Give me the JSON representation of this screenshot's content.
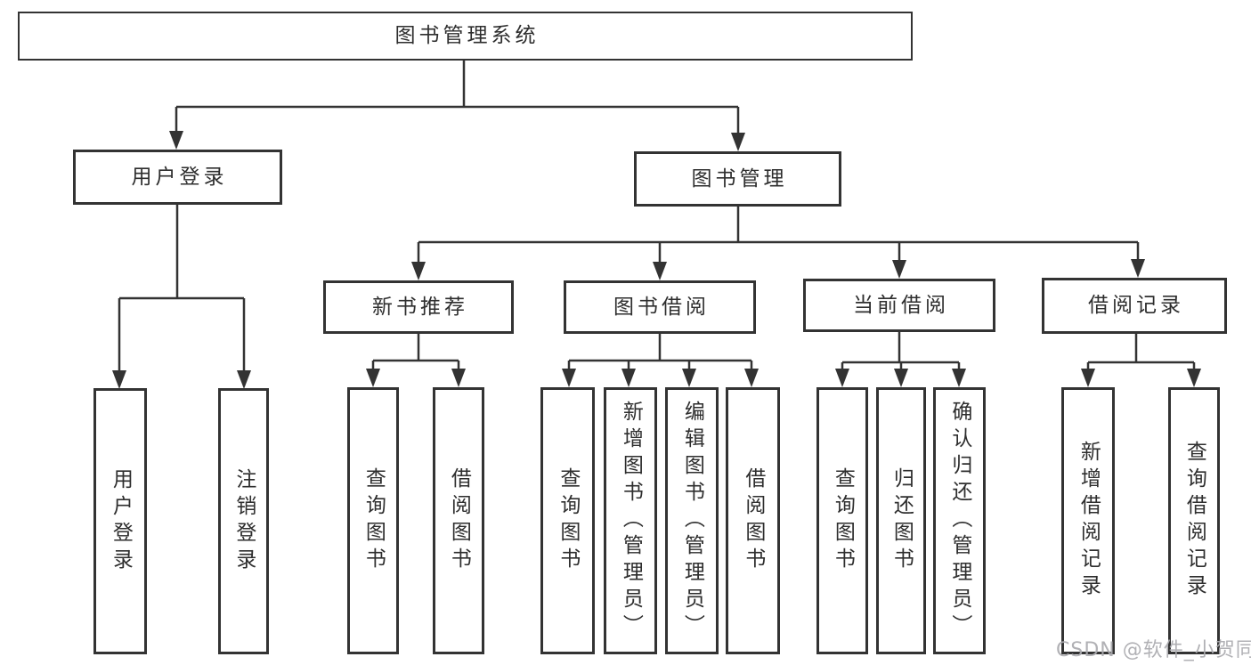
{
  "diagram": {
    "root": {
      "label": "图书管理系统"
    },
    "branches": {
      "user_login": {
        "label": "用户登录",
        "children": [
          {
            "label": "用户登录"
          },
          {
            "label": "注销登录"
          }
        ]
      },
      "book_mgmt": {
        "label": "图书管理",
        "groups": [
          {
            "label": "新书推荐",
            "children": [
              {
                "label": "查询图书"
              },
              {
                "label": "借阅图书"
              }
            ]
          },
          {
            "label": "图书借阅",
            "children": [
              {
                "label": "查询图书"
              },
              {
                "label": "新增图书（管理员）"
              },
              {
                "label": "编辑图书（管理员）"
              },
              {
                "label": "借阅图书"
              }
            ]
          },
          {
            "label": "当前借阅",
            "children": [
              {
                "label": "查询图书"
              },
              {
                "label": "归还图书"
              },
              {
                "label": "确认归还（管理员）"
              }
            ]
          },
          {
            "label": "借阅记录",
            "children": [
              {
                "label": "新增借阅记录"
              },
              {
                "label": "查询借阅记录"
              }
            ]
          }
        ]
      }
    },
    "watermark": "CSDN @软件_小贺同学",
    "colors": {
      "line": "#333333",
      "box_border": "#333333",
      "box_fill": "#ffffff",
      "text": "#2e2e2e",
      "watermark": "#aaaaaf"
    }
  }
}
